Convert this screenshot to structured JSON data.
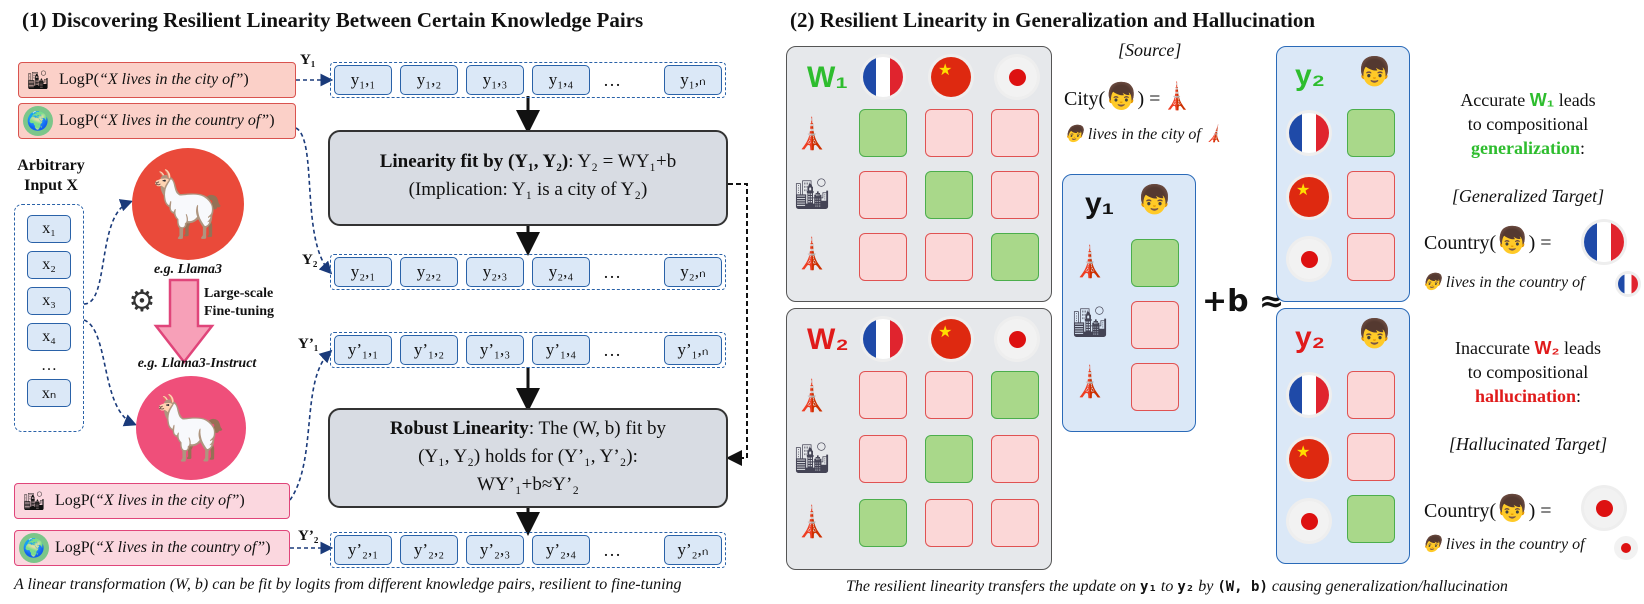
{
  "left": {
    "title": "(1) Discovering Resilient Linearity Between Certain Knowledge Pairs",
    "caption": "A linear transformation (W, b) can be fit by logits from different knowledge pairs, resilient to fine-tuning",
    "prompts": [
      {
        "prefix": "LogP(",
        "text": "“X lives in the city of”",
        "suffix": ")"
      },
      {
        "prefix": "LogP(",
        "text": "“X lives in the country of”",
        "suffix": ")"
      },
      {
        "prefix": "LogP(",
        "text": "“X lives in the city of”",
        "suffix": ")"
      },
      {
        "prefix": "LogP(",
        "text": "“X lives in the country of”",
        "suffix": ")"
      }
    ],
    "input": {
      "label": "Arbitrary Input X",
      "items": [
        "x₁",
        "x₂",
        "x₃",
        "x₄",
        "…",
        "xₙ"
      ]
    },
    "models": {
      "base": "e.g. Llama3",
      "tuned": "e.g. Llama3-Instruct",
      "finetune": "Large-scale Fine-tuning"
    },
    "rows": [
      {
        "label": "Y₁",
        "tokens": [
          "y₁,₁",
          "y₁,₂",
          "y₁,₃",
          "y₁,₄"
        ],
        "dots": "…",
        "last": "y₁,ₙ"
      },
      {
        "label": "Y₂",
        "tokens": [
          "y₂,₁",
          "y₂,₂",
          "y₂,₃",
          "y₂,₄"
        ],
        "dots": "…",
        "last": "y₂,ₙ"
      },
      {
        "label": "Y’₁",
        "tokens": [
          "y’₁,₁",
          "y’₁,₂",
          "y’₁,₃",
          "y’₁,₄"
        ],
        "dots": "…",
        "last": "y’₁,ₙ"
      },
      {
        "label": "Y’₂",
        "tokens": [
          "y’₂,₁",
          "y’₂,₂",
          "y’₂,₃",
          "y’₂,₄"
        ],
        "dots": "…",
        "last": "y’₂,ₙ"
      }
    ],
    "fit_box": {
      "bold": "Linearity fit by (Y₁, Y₂)",
      "rest": ": Y₂ = WY₁+b",
      "line2": "(Implication: Y₁ is a city of Y₂)"
    },
    "robust_box": {
      "bold": "Robust Linearity",
      "rest": ": The (W, b) fit by",
      "line2": "(Y₁, Y₂) holds for (Y’₁, Y’₂):",
      "line3": "WY’₁+b≈Y’₂"
    }
  },
  "right": {
    "title": "(2) Resilient Linearity in Generalization and Hallucination",
    "caption_pre": "The resilient linearity transfers the update on ",
    "caption_y1": "y₁",
    "caption_mid": " to ",
    "caption_y2": "y₂",
    "caption_by": " by ",
    "caption_wb": "(W, b)",
    "caption_post": " causing generalization/hallucination",
    "w1": "W₁",
    "w2": "W₂",
    "y1": "y₁",
    "y2": "y₂",
    "plus_b": "+b ≈",
    "source": {
      "label": "[Source]",
      "eq_left": "City(",
      "eq_right": ") =",
      "desc": "lives in the city of"
    },
    "gen": {
      "pre": "Accurate ",
      "w": "W₁",
      "post": " leads",
      "line2": "to compositional",
      "word": "generalization",
      "colon": ":",
      "target": "[Generalized Target]",
      "eq_left": "Country(",
      "eq_right": ") =",
      "desc": "lives in the country of"
    },
    "hal": {
      "pre": "Inaccurate ",
      "w": "W₂",
      "post": " leads",
      "line2": "to compositional",
      "word": "hallucination",
      "colon": ":",
      "target": "[Hallucinated Target]",
      "eq_left": "Country(",
      "eq_right": ") =",
      "desc": "lives in the country of"
    }
  },
  "colors": {
    "green": "#2ebd2e",
    "red": "#e01b1b",
    "blue_border": "#2a62a8",
    "blue_fill": "#dbe8f7"
  }
}
